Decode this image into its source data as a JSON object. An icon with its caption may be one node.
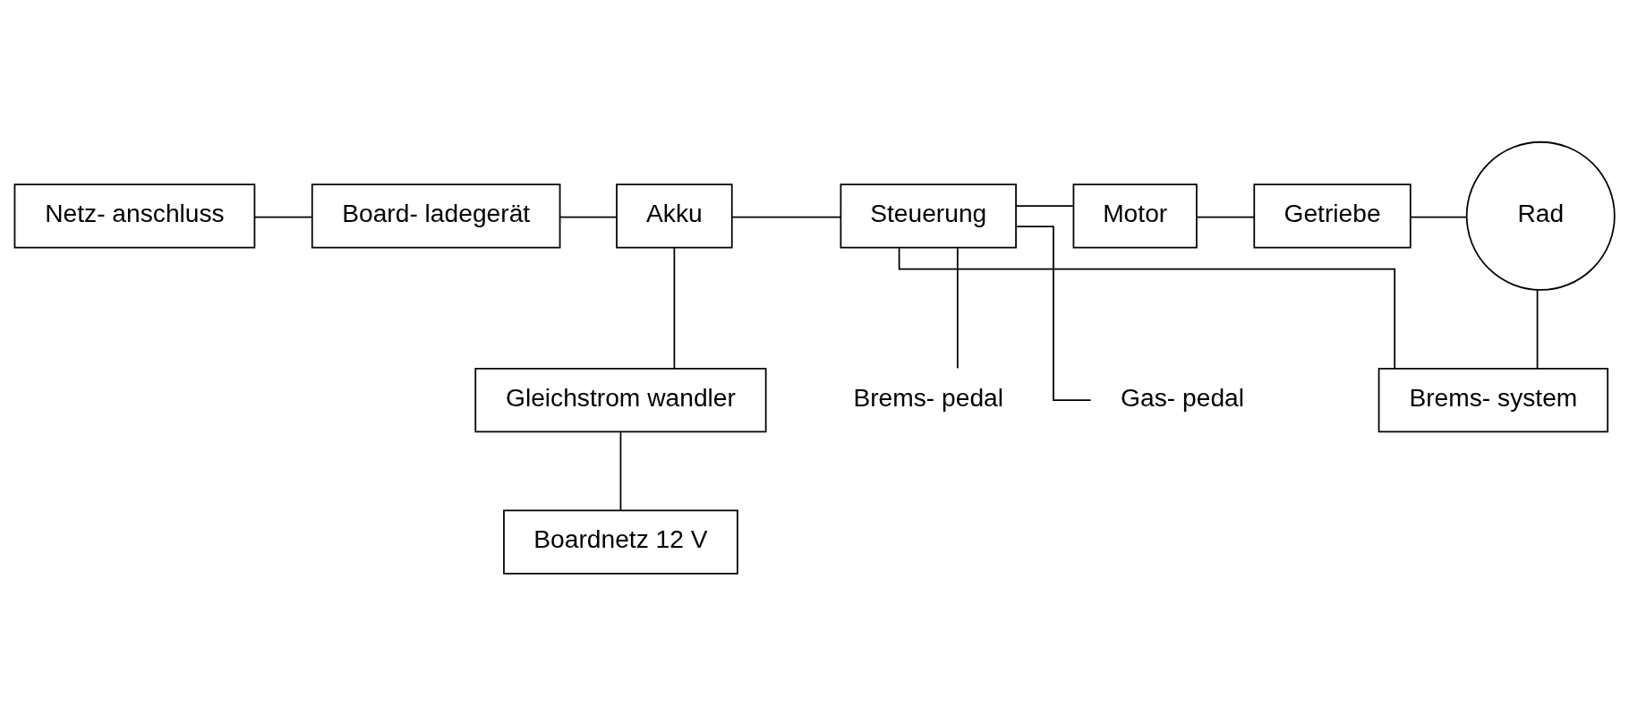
{
  "diagram": {
    "nodes": [
      {
        "text": [
          "Netz- anschluss"
        ]
      },
      {
        "text": [
          "Board- ladegerät"
        ]
      },
      {
        "text": [
          "Akku"
        ]
      },
      {
        "text": [
          "Steuerung"
        ]
      },
      {
        "text": [
          "Motor"
        ]
      },
      {
        "text": [
          "Getriebe"
        ]
      },
      {
        "text": [
          "Rad"
        ]
      },
      {
        "text": [
          "Gleichstrom wandler"
        ]
      },
      {
        "text": [
          "Boardnetz 12 V"
        ]
      },
      {
        "text": [
          "Brems- system"
        ]
      },
      {
        "text": [
          "Gas- pedal"
        ]
      },
      {
        "text": [
          "Brems- pedal"
        ]
      }
    ],
    "edges": [
      {
        "from": 0,
        "to": 1,
        "arrow": "none"
      },
      {
        "from": 1,
        "to": 2,
        "arrow": "none"
      },
      {
        "from": 2,
        "to": 3,
        "arrow": "none"
      },
      {
        "from": 3,
        "to": 4,
        "arrow": "none"
      },
      {
        "from": 4,
        "to": 5,
        "arrow": "none"
      },
      {
        "from": 5,
        "to": 6,
        "arrow": "none"
      },
      {
        "from": 2,
        "to": 7,
        "arrow": "none"
      },
      {
        "from": 7,
        "to": 8,
        "arrow": "none"
      },
      {
        "from": 3,
        "to": 10,
        "arrow": "none"
      },
      {
        "from": 3,
        "to": 11,
        "arrow": "none"
      },
      {
        "from": 3,
        "to": 9,
        "arrow": "none"
      },
      {
        "from": 9,
        "to": 6,
        "arrow": "none"
      }
    ]
  }
}
